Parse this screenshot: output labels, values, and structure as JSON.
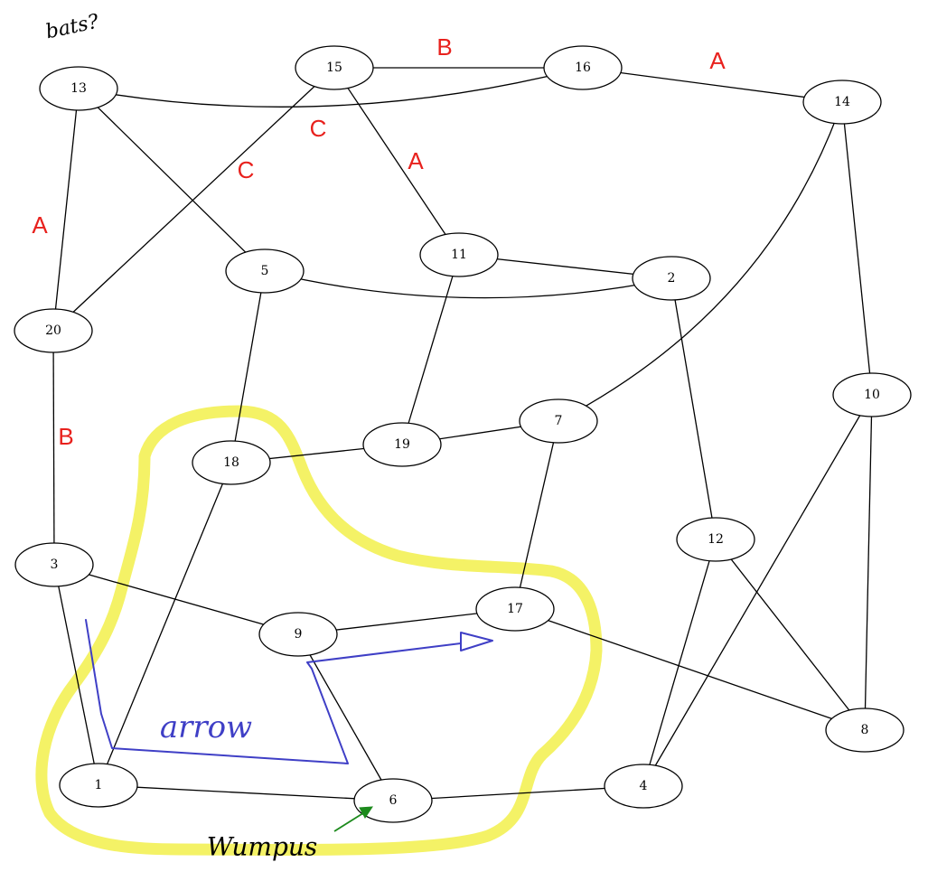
{
  "colors": {
    "edge_label": "#e8211d",
    "highlight": "#f4f266",
    "blue_annotation": "#3f3fc6",
    "green_annotation": "#1c8a1c"
  },
  "nodes": [
    {
      "id": "13",
      "label": "13"
    },
    {
      "id": "15",
      "label": "15"
    },
    {
      "id": "16",
      "label": "16"
    },
    {
      "id": "14",
      "label": "14"
    },
    {
      "id": "11",
      "label": "11"
    },
    {
      "id": "5",
      "label": "5"
    },
    {
      "id": "2",
      "label": "2"
    },
    {
      "id": "20",
      "label": "20"
    },
    {
      "id": "10",
      "label": "10"
    },
    {
      "id": "7",
      "label": "7"
    },
    {
      "id": "18",
      "label": "18"
    },
    {
      "id": "19",
      "label": "19"
    },
    {
      "id": "12",
      "label": "12"
    },
    {
      "id": "3",
      "label": "3"
    },
    {
      "id": "17",
      "label": "17"
    },
    {
      "id": "9",
      "label": "9"
    },
    {
      "id": "8",
      "label": "8"
    },
    {
      "id": "1",
      "label": "1"
    },
    {
      "id": "6",
      "label": "6"
    },
    {
      "id": "4",
      "label": "4"
    }
  ],
  "edges": [
    {
      "from": "15",
      "to": "16",
      "label": "B"
    },
    {
      "from": "16",
      "to": "14",
      "label": "A"
    },
    {
      "from": "13",
      "to": "16",
      "label": "C"
    },
    {
      "from": "15",
      "to": "20",
      "label": "C"
    },
    {
      "from": "15",
      "to": "11",
      "label": "A"
    },
    {
      "from": "13",
      "to": "20",
      "label": "A"
    },
    {
      "from": "13",
      "to": "5",
      "label": ""
    },
    {
      "from": "20",
      "to": "3",
      "label": "B"
    },
    {
      "from": "11",
      "to": "2",
      "label": ""
    },
    {
      "from": "5",
      "to": "2",
      "label": ""
    },
    {
      "from": "5",
      "to": "18",
      "label": ""
    },
    {
      "from": "11",
      "to": "19",
      "label": ""
    },
    {
      "from": "14",
      "to": "7",
      "label": ""
    },
    {
      "from": "14",
      "to": "10",
      "label": ""
    },
    {
      "from": "18",
      "to": "19",
      "label": ""
    },
    {
      "from": "19",
      "to": "7",
      "label": ""
    },
    {
      "from": "7",
      "to": "17",
      "label": ""
    },
    {
      "from": "2",
      "to": "12",
      "label": ""
    },
    {
      "from": "10",
      "to": "8",
      "label": ""
    },
    {
      "from": "10",
      "to": "4",
      "label": ""
    },
    {
      "from": "3",
      "to": "9",
      "label": ""
    },
    {
      "from": "3",
      "to": "1",
      "label": ""
    },
    {
      "from": "18",
      "to": "1",
      "label": ""
    },
    {
      "from": "9",
      "to": "17",
      "label": ""
    },
    {
      "from": "17",
      "to": "8",
      "label": ""
    },
    {
      "from": "12",
      "to": "8",
      "label": ""
    },
    {
      "from": "12",
      "to": "4",
      "label": ""
    },
    {
      "from": "9",
      "to": "6",
      "label": ""
    },
    {
      "from": "1",
      "to": "6",
      "label": ""
    },
    {
      "from": "6",
      "to": "4",
      "label": ""
    }
  ],
  "annotations": {
    "top_left_note": "bats?",
    "arrow_note": "arrow",
    "wumpus_note": "Wumpus"
  }
}
